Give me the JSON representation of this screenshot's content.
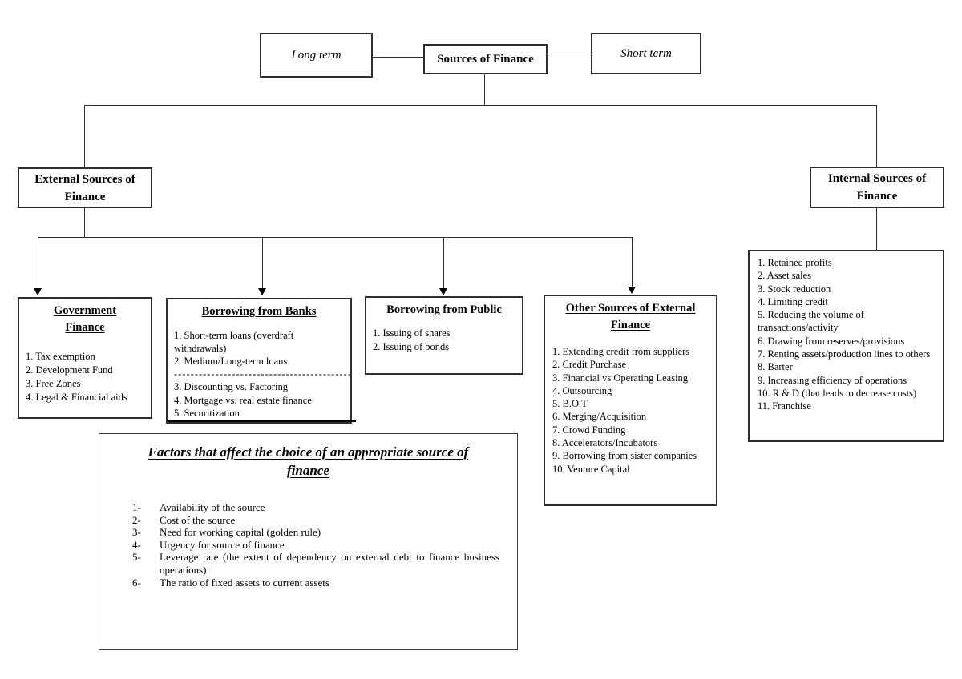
{
  "diagram": {
    "long_term": {
      "label": "Long term"
    },
    "root": {
      "label": "Sources of Finance"
    },
    "short_term": {
      "label": "Short term"
    },
    "external": {
      "title_lines": [
        "External Sources of",
        "Finance"
      ]
    },
    "internal": {
      "title_lines": [
        "Internal Sources of",
        "Finance"
      ]
    },
    "government": {
      "title_lines": [
        "Government",
        "Finance"
      ],
      "items": [
        "1. Tax exemption",
        "2. Development Fund",
        "3. Free Zones",
        "4. Legal & Financial aids"
      ]
    },
    "banks": {
      "title_lines": [
        "Borrowing from Banks"
      ],
      "items_top": [
        "1. Short-term loans (overdraft withdrawals)",
        "2. Medium/Long-term loans"
      ],
      "divider": "------------------------------------------------------------",
      "items_mid": [
        "3. Discounting vs. Factoring",
        "4. Mortgage vs. real estate finance"
      ],
      "item_last": "5. Securitization"
    },
    "public": {
      "title_lines": [
        "Borrowing from Public"
      ],
      "items": [
        "1. Issuing of shares",
        "2. Issuing of bonds"
      ]
    },
    "other": {
      "title_lines": [
        "Other Sources of External",
        "Finance"
      ],
      "items": [
        "1. Extending credit from suppliers",
        "2. Credit Purchase",
        "3. Financial vs Operating Leasing",
        "4. Outsourcing",
        "5. B.O.T",
        "6. Merging/Acquisition",
        "7. Crowd Funding",
        "8. Accelerators/Incubators",
        "9. Borrowing from sister companies",
        "10. Venture Capital"
      ]
    },
    "internal_list": {
      "items": [
        "1. Retained profits",
        "2. Asset sales",
        "3. Stock reduction",
        "4. Limiting credit",
        "5. Reducing the volume of transactions/activity",
        "6. Drawing from reserves/provisions",
        "7. Renting assets/production lines to others",
        "8. Barter",
        "9. Increasing efficiency of operations",
        "10. R & D (that leads to decrease costs)",
        "11. Franchise"
      ]
    },
    "factors": {
      "title_lines": [
        "Factors that affect the choice of an appropriate source of",
        "finance"
      ],
      "items": [
        {
          "num": "1-",
          "text": "Availability of the source"
        },
        {
          "num": "2-",
          "text": "Cost of the source"
        },
        {
          "num": "3-",
          "text": "Need for working capital (golden rule)"
        },
        {
          "num": "4-",
          "text": "Urgency for source of finance"
        },
        {
          "num": "5-",
          "text": "Leverage rate (the extent of dependency on external debt to finance business operations)"
        },
        {
          "num": "6-",
          "text": "The ratio of fixed assets to current assets"
        }
      ]
    }
  }
}
